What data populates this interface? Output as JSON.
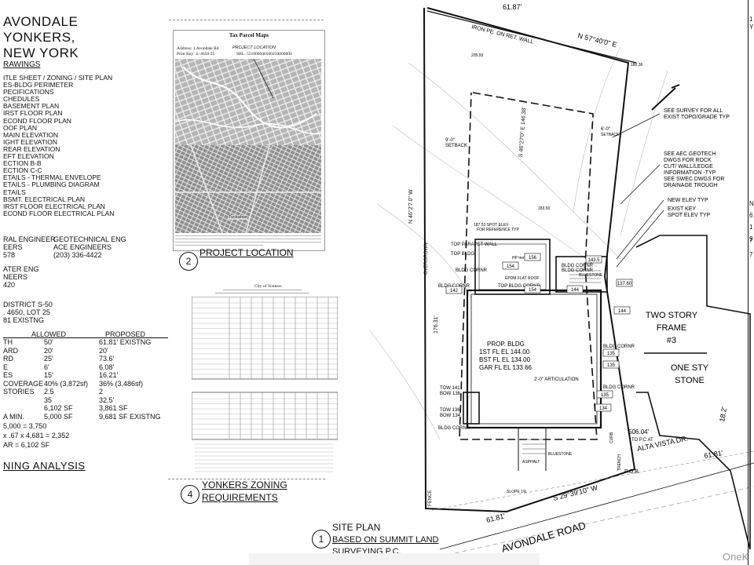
{
  "title_block": {
    "lines": [
      "AVONDALE",
      "YONKERS,",
      "NEW YORK"
    ],
    "drawings_heading": "RAWINGS"
  },
  "drawing_list": [
    "ITLE SHEET / ZONING / SITE PLAN",
    "ES-BLDG PERIMETER",
    "PECIFICATIONS",
    "CHEDULES",
    "",
    "BASEMENT PLAN",
    "IRST FLOOR PLAN",
    "ECOND FLOOR PLAN",
    "OOF PLAN",
    "MAIN ELEVATION",
    "IGHT ELEVATION",
    "REAR ELEVATION",
    "EFT ELEVATION",
    "ECTION B-B",
    "ECTION C-C",
    "ETAILS - THERMAL ENVELOPE",
    "ETAILS - PLUMBING DIAGRAM",
    "ETAILS",
    "BSMT. ELECTRICAL PLAN",
    "IRST FLOOR ELECTRICAL PLAN",
    "ECOND FLOOR ELECTRICAL PLAN"
  ],
  "engineers": {
    "left": [
      "RAL ENGINEER",
      "EERS",
      "578"
    ],
    "right": [
      "GEOTECHNICAL ENG",
      "ACE ENGINEERS",
      "(203) 336-4422"
    ],
    "water": [
      "ATER ENG",
      "NEERS",
      "420"
    ]
  },
  "zoning": {
    "district": [
      "DISTRICT S-50",
      ". 4650, LOT 25",
      "81 EXISTNG"
    ],
    "col_allowed": "ALLOWED",
    "col_proposed": "PROPOSED",
    "rows": [
      {
        "label": "TH",
        "allowed": "50'",
        "proposed": "61.81' EXISTNG"
      },
      {
        "label": "ARD",
        "allowed": "20'",
        "proposed": "20'"
      },
      {
        "label": "RD",
        "allowed": "25'",
        "proposed": "73.6'"
      },
      {
        "label": "E",
        "allowed": "6'",
        "proposed": "6.08'"
      },
      {
        "label": "ES",
        "allowed": "15'",
        "proposed": "16.21'"
      },
      {
        "label": "COVERAGE",
        "allowed": "40% (3,872sf)",
        "proposed": "36% (3,486sf)"
      },
      {
        "label": "STORIES",
        "allowed": "2.5",
        "proposed": "2"
      },
      {
        "label": "",
        "allowed": "35",
        "proposed": "32.5'"
      },
      {
        "label": "",
        "allowed": "6,102  SF",
        "proposed": "3,861  SF"
      },
      {
        "label": "A MIN.",
        "allowed": "5,000  SF",
        "proposed": "9,681  SF  EXISTNG"
      }
    ],
    "calc": [
      "5,000           = 3,750",
      "x .67 x 4,681 = 2,352",
      "AR              = 6,102 SF"
    ],
    "analysis_title": "NING ANALYSIS"
  },
  "tax_map": {
    "title": "Tax Parcel Maps",
    "address": "Address: 1 Avondale Rd",
    "print_key": "Print Key: 4.-4650-25",
    "sbl": "SBL: 551800046500250000000",
    "project_location_tag": "PROJECT LOCATION",
    "place": "Tuckahoe",
    "number": "2",
    "caption": "PROJECT LOCATION"
  },
  "zoning_regs": {
    "header": "City of Yonkers",
    "number": "4",
    "caption_lines": [
      "YONKERS ZONING",
      "REQUIREMENTS"
    ]
  },
  "site_plan": {
    "number": "1",
    "title": "SITE PLAN",
    "subtitle": "BASED ON SUMMIT LAND",
    "subtitle2": "SURVEYING P.C.",
    "bearing_top": "N 57°40'0\" E",
    "dist_top": "61.87'",
    "wall_note": "IRON PE. ON RET. WALL",
    "left_bearing": "N 46°2'7.0\" W",
    "left_dist": "176.31'",
    "right_bearing": "S 46°27'0\" E  146.38'",
    "bottom_bearing": "S 29°39'10\" W",
    "bottom_dist": "61.81'",
    "right_dist": "61.81'",
    "road": "AVONDALE ROAD",
    "alta": "ALTA VISTA DR.",
    "alta_elev": "506.04'",
    "alta_tpc": "TO P.C AT",
    "pob": "P.O.B.",
    "overgrown": "OVERGROWN",
    "fence": "FENCE",
    "asphalt": "ASPHALT",
    "setback_9": "9'-0\"",
    "setback_label": "SETBACK",
    "setback_6": "6'-0\"",
    "spot_elev": "187.53 SPOT ELEV",
    "for_ref": "FOR REFERENCE TYP",
    "elev_183": "183.50",
    "elev_20593": "205.93",
    "elev_18036": "180.36",
    "notes": {
      "survey": [
        "SEE SURVEY FOR ALL",
        "EXIST TOPO/GRADE TYP"
      ],
      "geotech": [
        "SEE AEC GEOTECH",
        "DWGS FOR ROCK",
        "CUT/ WALL/LEDGE",
        "INFORMATION -TYP",
        "SEE SWEC DWGS FOR",
        "DRAINAGE TROUGH"
      ],
      "new_elev": "NEW ELEV TYP",
      "exist_key": [
        "EXIST KEY",
        "SPOT ELEV TYP"
      ],
      "top_parapet": "TOP PARAPET WALL",
      "top_bldg": "TOP BLDG",
      "top_bldg_cornr": "TOP BLDG CORNR",
      "bldg_cornr": "BLDG CORNR",
      "epdm": "EPDM FLAT ROOF",
      "bluestone": "BLUESTONE",
      "articulation": "2'-0\" ARTICULATION",
      "prop_bldg": "PROP. BLDG",
      "first_fl": "1ST FL EL 144.00",
      "bst_fl": "BST FL EL 134.00",
      "gar_fl": "GAR FL EL 133.66",
      "tow141": "TOW 141",
      "bow136": "BOW 136",
      "tow136": "TOW 136",
      "bow134": "BOW 134",
      "hp_trench": "HP trench 156",
      "slope": "SLOPE 1%",
      "curb": "CURB",
      "trench": "TRENCH"
    },
    "spot_boxes": [
      "142",
      "154",
      "144",
      "144",
      "135",
      "135",
      "135",
      "134",
      "137.60",
      "143.5",
      "154",
      "156"
    ],
    "two_story": [
      "TWO STORY",
      "FRAME",
      "#3"
    ],
    "one_sty": [
      "ONE STY",
      "STONE"
    ],
    "dim_18_2": "18.2'",
    "dim_61_81_right": "61.81'"
  },
  "right_strip": [
    "1",
    "Y",
    "N",
    "6",
    "1",
    "9",
    "7",
    "7"
  ],
  "watermark": "OneK",
  "colors": {
    "ink": "#111111",
    "map_gray": "#9a9a9a",
    "paper": "#ffffff"
  }
}
